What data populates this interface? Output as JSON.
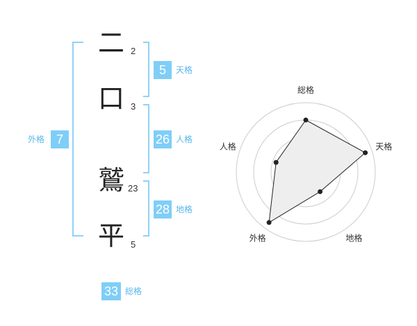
{
  "chars": [
    {
      "char": "二",
      "strokes": "2"
    },
    {
      "char": "口",
      "strokes": "3"
    },
    {
      "char": "鷲",
      "strokes": "23"
    },
    {
      "char": "平",
      "strokes": "5"
    }
  ],
  "fortunes": {
    "tenkaku": {
      "value": "5",
      "label": "天格"
    },
    "jinkaku": {
      "value": "26",
      "label": "人格"
    },
    "chikaku": {
      "value": "28",
      "label": "地格"
    },
    "gaikaku": {
      "value": "7",
      "label": "外格"
    },
    "soukaku": {
      "value": "33",
      "label": "総格"
    }
  },
  "radar": {
    "axes": [
      "総格",
      "天格",
      "地格",
      "外格",
      "人格"
    ],
    "values": [
      0.75,
      0.9,
      0.35,
      0.9,
      0.45
    ],
    "colors": {
      "fill": "#eeeeee",
      "line": "#222222",
      "grid": "#cccccc"
    }
  }
}
